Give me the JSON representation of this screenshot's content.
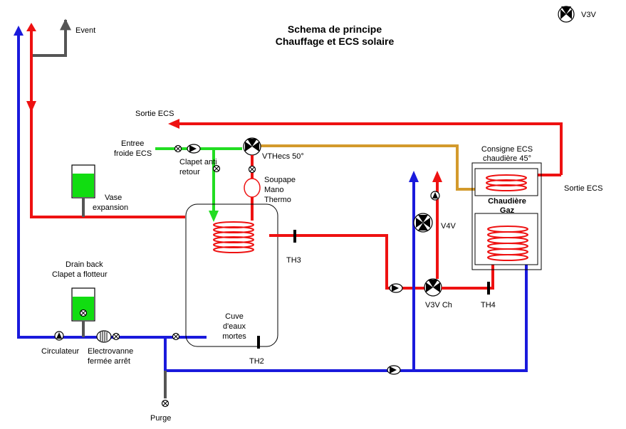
{
  "title": {
    "line1": "Schema de principe",
    "line2": "Chauffage et ECS solaire"
  },
  "legend": {
    "v3v": "V3V"
  },
  "labels": {
    "event": "Event",
    "sortie_ecs_top": "Sortie ECS",
    "entree_line1": "Entree",
    "entree_line2": "froide ECS",
    "clapet_line1": "Clapet anti",
    "clapet_line2": "retour",
    "vthecs": "VTHecs 50°",
    "soupape_line1": "Soupape",
    "soupape_line2": "Mano",
    "soupape_line3": "Thermo",
    "vase_line1": "Vase",
    "vase_line2": "expansion",
    "consigne_line1": "Consigne ECS",
    "consigne_line2": "chaudière 45°",
    "sortie_ecs_right": "Sortie ECS",
    "chaudiere_line1": "Chaudière",
    "chaudiere_line2": "Gaz",
    "v4v": "V4V",
    "th3": "TH3",
    "v3v_ch": "V3V Ch",
    "th4": "TH4",
    "drain_line1": "Drain back",
    "drain_line2": "Clapet a flotteur",
    "cuve_line1": "Cuve",
    "cuve_line2": "d'eaux",
    "cuve_line3": "mortes",
    "th2": "TH2",
    "circulateur": "Circulateur",
    "electro_line1": "Electrovanne",
    "electro_line2": "fermée arrêt",
    "purge": "Purge"
  },
  "colors": {
    "hot": "#ee1111",
    "cold": "#1a1adc",
    "fresh": "#22dd22",
    "ecs_return": "#d39a2c",
    "vent": "#555555",
    "tank_fill": "#11dd11"
  },
  "icons": [
    "v3v-valve-icon",
    "pump-icon",
    "check-valve-icon",
    "expansion-vessel-icon",
    "thermometer-icon",
    "electrovalve-icon",
    "manometer-icon",
    "coil-icon"
  ]
}
